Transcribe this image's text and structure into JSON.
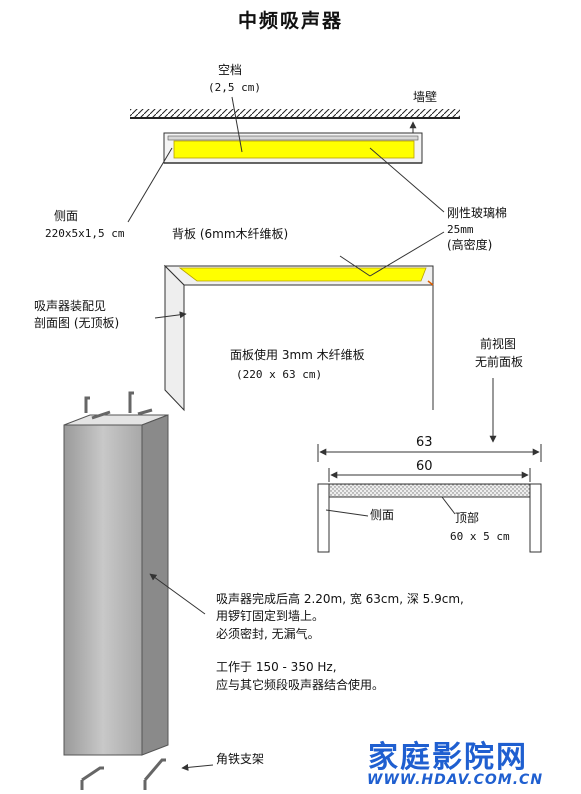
{
  "title": "中频吸声器",
  "labels": {
    "air_gap": "空档",
    "air_gap_size": "(2,5 cm)",
    "wall": "墙壁",
    "side_panel": "侧面",
    "side_panel_size": "220x5x1,5 cm",
    "back_panel": "背板 (6mm木纤维板)",
    "glass_wool": "刚性玻璃棉",
    "glass_wool_thickness": "25mm",
    "glass_wool_density": "(高密度)",
    "assembly_1": "吸声器装配见",
    "assembly_2": "剖面图 (无顶板)",
    "face_panel": "面板使用 3mm 木纤维板",
    "face_panel_size": "(220 x 63 cm)",
    "front_view_1": "前视图",
    "front_view_2": "无前面板",
    "dim_outer": "63",
    "dim_inner": "60",
    "front_side": "侧面",
    "front_top": "顶部",
    "front_top_size": "60 x 5 cm",
    "note_1": "吸声器完成后高 2.20m, 宽 63cm, 深 5.9cm,",
    "note_2": "用锣钉固定到墙上。",
    "note_3": "必须密封, 无漏气。",
    "note_4": "工作于 150 - 350 Hz,",
    "note_5": "应与其它频段吸声器结合使用。",
    "bracket": "角铁支架"
  },
  "watermark": {
    "name": "家庭影院网",
    "url": "WWW.HDAV.COM.CN",
    "color": "#1f5fd0"
  },
  "colors": {
    "glass_wool": "#ffff00",
    "panel": "#c8c8c8",
    "line": "#333333"
  }
}
